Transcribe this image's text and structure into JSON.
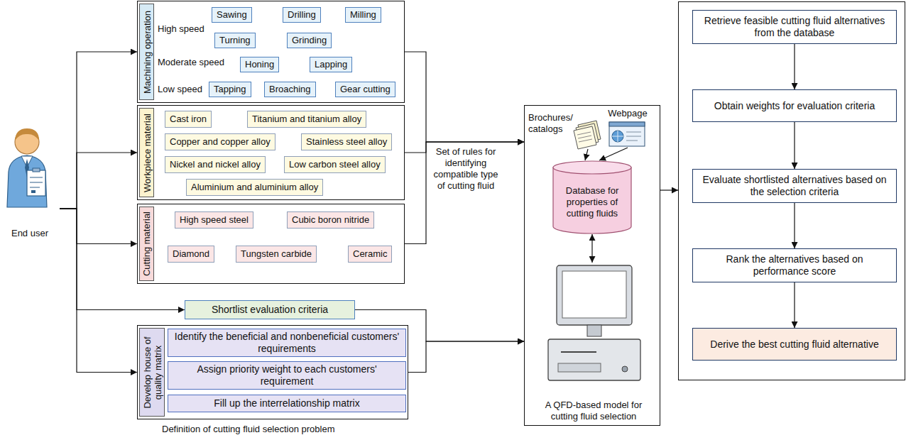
{
  "diagram": {
    "nodes": [
      {
        "text": [
          "End user"
        ]
      },
      {
        "text": [
          "Machining operation",
          "High speed",
          "Moderate speed",
          "Low speed"
        ]
      },
      {
        "text": [
          "Sawing"
        ],
        "in": 1
      },
      {
        "text": [
          "Drilling"
        ],
        "in": 1
      },
      {
        "text": [
          "Milling"
        ],
        "in": 1
      },
      {
        "text": [
          "Turning"
        ],
        "in": 1
      },
      {
        "text": [
          "Grinding"
        ],
        "in": 1
      },
      {
        "text": [
          "Honing"
        ],
        "in": 1
      },
      {
        "text": [
          "Lapping"
        ],
        "in": 1
      },
      {
        "text": [
          "Tapping"
        ],
        "in": 1
      },
      {
        "text": [
          "Broaching"
        ],
        "in": 1
      },
      {
        "text": [
          "Gear cutting"
        ],
        "in": 1
      },
      {
        "text": [
          "Workpiece material"
        ]
      },
      {
        "text": [
          "Cast iron"
        ],
        "in": 12
      },
      {
        "text": [
          "Titanium and titanium alloy"
        ],
        "in": 12
      },
      {
        "text": [
          "Copper and copper alloy"
        ],
        "in": 12
      },
      {
        "text": [
          "Stainless steel alloy"
        ],
        "in": 12
      },
      {
        "text": [
          "Nickel and nickel alloy"
        ],
        "in": 12
      },
      {
        "text": [
          "Low carbon steel alloy"
        ],
        "in": 12
      },
      {
        "text": [
          "Aluminium and aluminium alloy"
        ],
        "in": 12
      },
      {
        "text": [
          "Cutting material"
        ]
      },
      {
        "text": [
          "High speed steel"
        ],
        "in": 20
      },
      {
        "text": [
          "Cubic boron nitride"
        ],
        "in": 20
      },
      {
        "text": [
          "Diamond"
        ],
        "in": 20
      },
      {
        "text": [
          "Tungsten carbide"
        ],
        "in": 20
      },
      {
        "text": [
          "Ceramic"
        ],
        "in": 20
      },
      {
        "text": [
          "Shortlist evaluation criteria"
        ]
      },
      {
        "text": [
          "Develop house of quality matrix"
        ]
      },
      {
        "text": [
          "Identify the beneficial and nonbeneficial customers' requirements"
        ],
        "in": 27
      },
      {
        "text": [
          "Assign priority weight to each customers' requirement"
        ],
        "in": 27
      },
      {
        "text": [
          "Fill up the interrelationship matrix"
        ],
        "in": 27
      },
      {
        "text": []
      },
      {
        "text": [
          "Brochures/ catalogs"
        ],
        "in": 31
      },
      {
        "text": [
          "Webpage"
        ],
        "in": 31
      },
      {
        "text": [
          "Database for properties of cutting fluids"
        ],
        "in": 31
      },
      {
        "text": [
          "A QFD-based model for cutting fluid selection"
        ],
        "in": 31
      },
      {
        "text": []
      },
      {
        "text": [
          "Retrieve feasible cutting fluid alternatives from the database"
        ],
        "in": 36
      },
      {
        "text": [
          "Obtain weights for evaluation criteria"
        ],
        "in": 36
      },
      {
        "text": [
          "Evaluate shortlisted alternatives based on the selection criteria"
        ],
        "in": 36
      },
      {
        "text": [
          "Rank the alternatives based on performance score"
        ],
        "in": 36
      },
      {
        "text": [
          "Derive the best cutting fluid alternative"
        ],
        "in": 36
      }
    ],
    "edges": [
      {
        "from": 0,
        "to": 1,
        "arrow": "to"
      },
      {
        "from": 0,
        "to": 12,
        "arrow": "to"
      },
      {
        "from": 0,
        "to": 20,
        "arrow": "to"
      },
      {
        "from": 0,
        "to": 26,
        "arrow": "to"
      },
      {
        "from": 0,
        "to": 27,
        "arrow": "to"
      },
      {
        "from": 1,
        "to": 31,
        "arrow": "to"
      },
      {
        "from": 12,
        "to": 31,
        "arrow": "to"
      },
      {
        "from": 20,
        "to": 31,
        "arrow": "to"
      },
      {
        "from": 26,
        "to": 31,
        "arrow": "to"
      },
      {
        "from": 27,
        "to": 31,
        "arrow": "to"
      },
      {
        "from": 31,
        "to": 36,
        "arrow": "to"
      },
      {
        "from": 32,
        "to": 34,
        "arrow": "to"
      },
      {
        "from": 33,
        "to": 34,
        "arrow": "to"
      },
      {
        "from": 34,
        "to": 35,
        "arrow": "both"
      },
      {
        "from": 37,
        "to": 38,
        "arrow": "to"
      },
      {
        "from": 38,
        "to": 39,
        "arrow": "to"
      },
      {
        "from": 39,
        "to": 40,
        "arrow": "to"
      },
      {
        "from": 40,
        "to": 41,
        "arrow": "to"
      }
    ],
    "labels": [
      "Set of rules for identifying compatible type of cutting fluid",
      "Definition of cutting fluid selection problem"
    ]
  }
}
